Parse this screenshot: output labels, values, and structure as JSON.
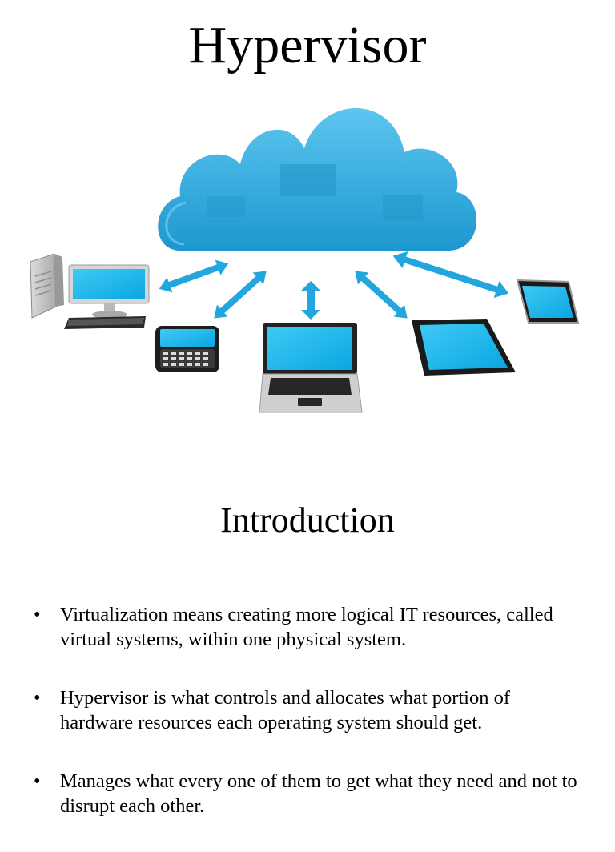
{
  "slide1": {
    "title": "Hypervisor",
    "illustration": {
      "icons": [
        "cloud-icon",
        "desktop-computer-icon",
        "smartphone-icon",
        "laptop-icon",
        "tablet-icon",
        "phone-icon",
        "bidirectional-arrow-icon"
      ],
      "colors": {
        "cloud": "#2fa9dc",
        "screen": "#15b9ef",
        "arrow": "#23a6dd",
        "device": "#1d1d1d"
      }
    }
  },
  "slide2": {
    "title": "Introduction",
    "bullet_glyph": "•",
    "bullets": [
      "Virtualization means creating more logical IT resources, called virtual systems, within one physical system.",
      "Hypervisor is what controls and allocates what portion of hardware resources each operating system should get.",
      "Manages what every one of them to get what they need and not to disrupt each other."
    ]
  }
}
